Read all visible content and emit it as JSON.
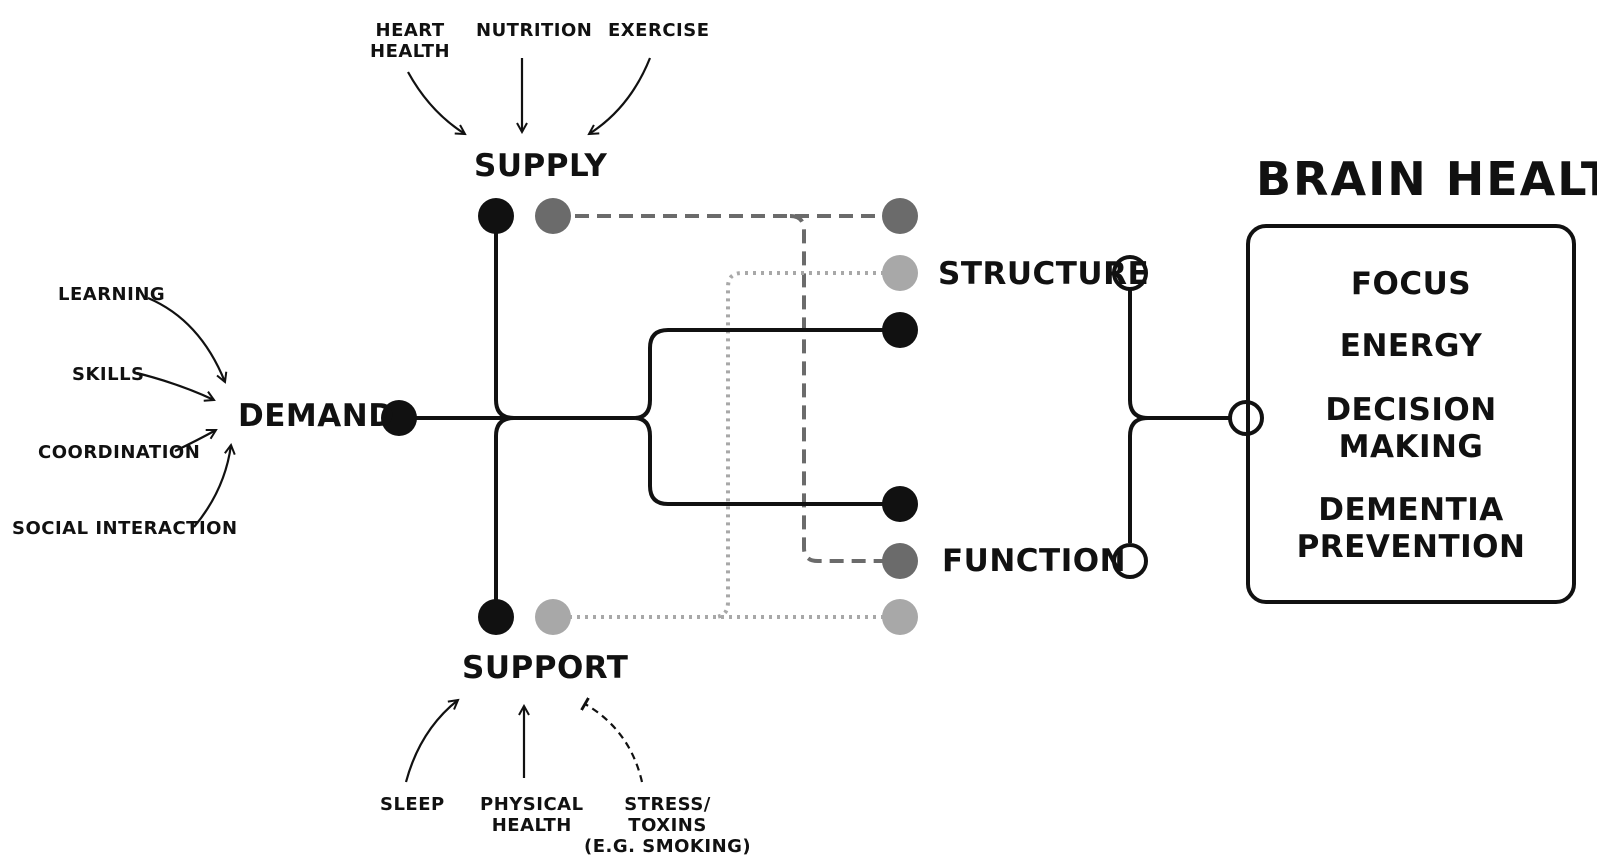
{
  "title": "BRAIN HEALTH",
  "hubs": {
    "supply": "SUPPLY",
    "demand": "DEMAND",
    "support": "SUPPORT",
    "structure": "STRUCTURE",
    "function": "FUNCTION"
  },
  "supply_inputs": {
    "heart_health": "HEART\nHEALTH",
    "nutrition": "NUTRITION",
    "exercise": "EXERCISE"
  },
  "demand_inputs": {
    "learning": "LEARNING",
    "skills": "SKILLS",
    "coordination": "COORDINATION",
    "social_interaction": "SOCIAL INTERACTION"
  },
  "support_inputs": {
    "sleep": "SLEEP",
    "physical_health": "PHYSICAL\nHEALTH",
    "stress_toxins": "STRESS/\nTOXINS\n(E.G. SMOKING)"
  },
  "outcomes": {
    "focus": "FOCUS",
    "energy": "ENERGY",
    "decision_making": "DECISION\nMAKING",
    "dementia_prevention": "DEMENTIA\nPREVENTION"
  },
  "colors": {
    "black": "#111111",
    "supply_dashed": "#6b6b6b",
    "support_dotted": "#a8a8a8"
  }
}
